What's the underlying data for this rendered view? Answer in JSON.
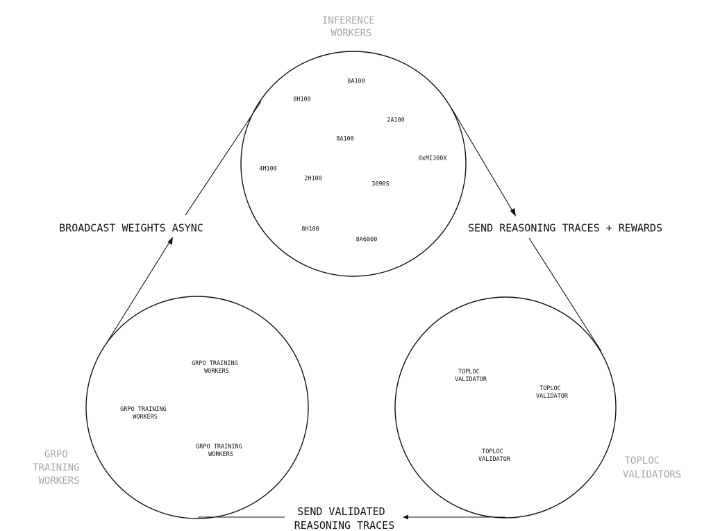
{
  "groups": {
    "inference": {
      "title_line1": "INFERENCE",
      "title_line2": "WORKERS",
      "nodes": [
        "8A100",
        "8H100",
        "2A100",
        "8A100",
        "8xMI300X",
        "4H100",
        "2H100",
        "3090S",
        "8H100",
        "8A6000"
      ]
    },
    "training": {
      "title_line1": "GRPO",
      "title_line2": "TRAINING",
      "title_line3": "WORKERS",
      "nodes": [
        {
          "line1": "GRPO TRAINING",
          "line2": "WORKERS"
        },
        {
          "line1": "GRPO TRAINING",
          "line2": "WORKERS"
        },
        {
          "line1": "GRPO TRAINING",
          "line2": "WORKERS"
        }
      ]
    },
    "validators": {
      "title_line1": "TOPLOC",
      "title_line2": "VALIDATORS",
      "nodes": [
        {
          "line1": "TOPLOC",
          "line2": "VALIDATOR"
        },
        {
          "line1": "TOPLOC",
          "line2": "VALIDATOR"
        },
        {
          "line1": "TOPLOC",
          "line2": "VALIDATOR"
        }
      ]
    }
  },
  "flows": {
    "broadcast": "BROADCAST WEIGHTS ASYNC",
    "send_traces": "SEND REASONING TRACES + REWARDS",
    "send_validated_line1": "SEND VALIDATED",
    "send_validated_line2": "REASONING TRACES"
  }
}
